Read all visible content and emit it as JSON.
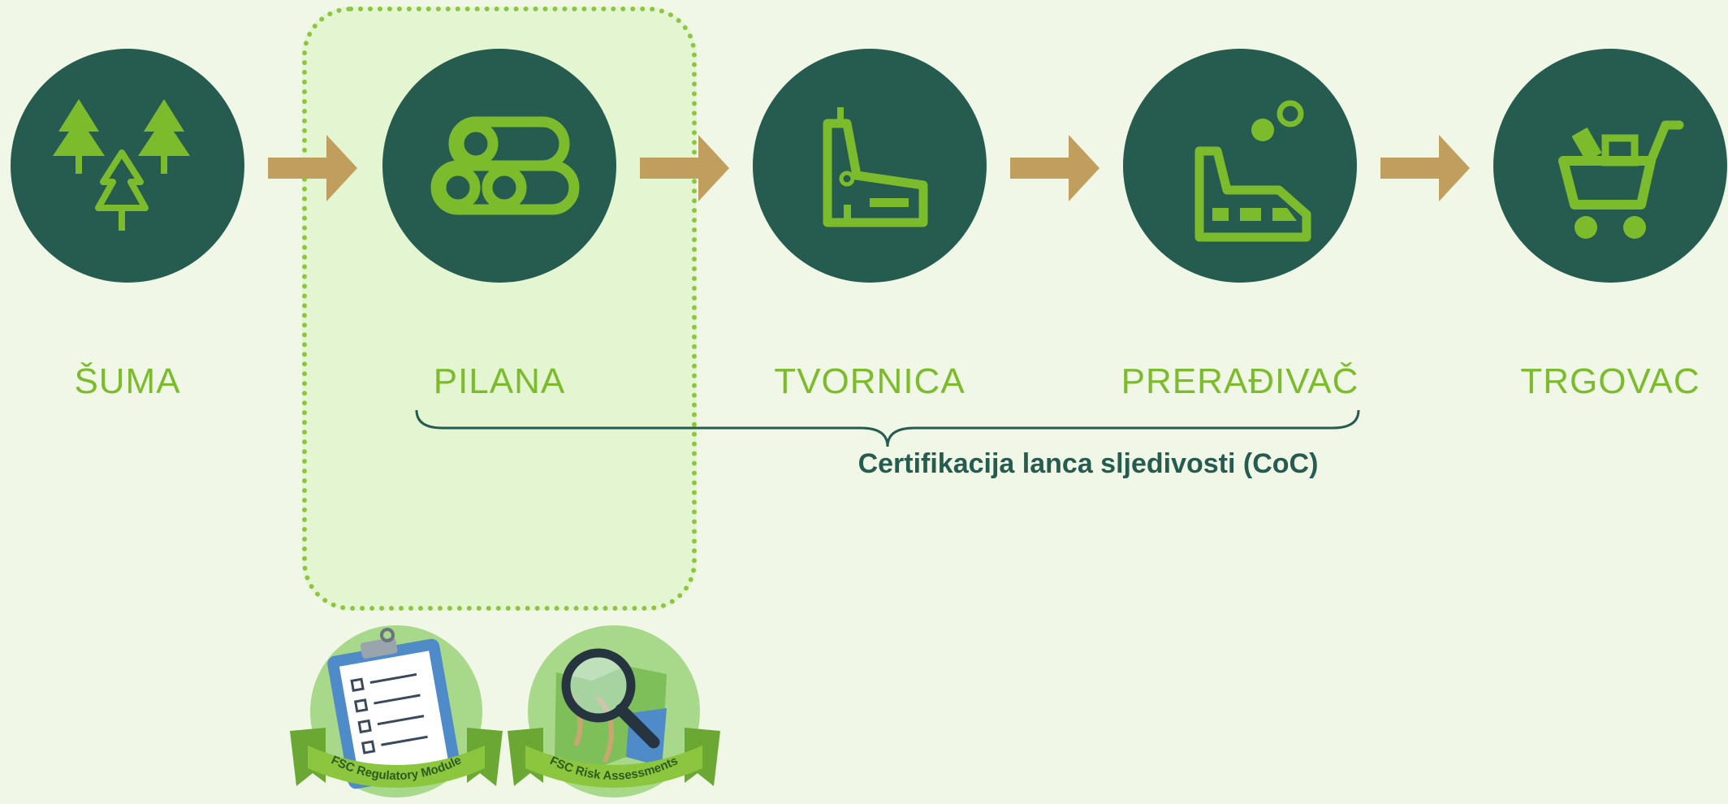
{
  "stages": [
    {
      "label": "ŠUMA",
      "icon": "forest-trees-icon"
    },
    {
      "label": "PILANA",
      "icon": "sawmill-logs-icon"
    },
    {
      "label": "TVORNICA",
      "icon": "factory-icon"
    },
    {
      "label": "PRERAĐIVAČ",
      "icon": "processor-factory-icon"
    },
    {
      "label": "TRGOVAC",
      "icon": "shopping-cart-icon"
    }
  ],
  "coc_label": "Certifikacija lanca sljedivosti (CoC)",
  "badges": [
    {
      "label": "FSC Regulatory Module",
      "icon": "clipboard-checklist-icon"
    },
    {
      "label": "FSC Risk Assessments",
      "icon": "magnifier-map-icon"
    }
  ],
  "colors": {
    "background": "#f0f7e6",
    "circle": "#265c4f",
    "icon_green": "#7cbc2c",
    "arrow": "#bf9e5e",
    "highlight_border": "#8cc63f",
    "highlight_fill": "#e4f5d2"
  }
}
